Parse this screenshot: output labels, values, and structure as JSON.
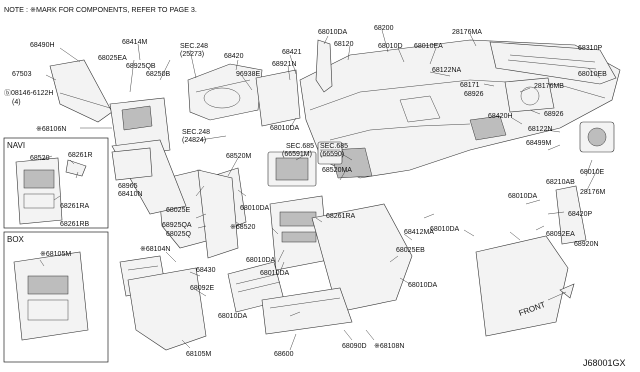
{
  "note": "NOTE : ※MARK FOR COMPONENTS, REFER TO PAGE 3.",
  "diagram_code": "J68001GX",
  "front_label": "FRONT",
  "navi_label": "NAVI",
  "box_label": "BOX",
  "callouts": {
    "c68490H": "68490H",
    "c68414M": "68414M",
    "c67503": "67503",
    "c08146": "ⓑ08146-6122H",
    "c08146q": "(4)",
    "c68106N": "※68106N",
    "c68025EA": "68025EA",
    "c68925QB": "68925QB",
    "c68250B": "68250B",
    "cSEC248a": "SEC.248",
    "cSEC248a2": "(25273)",
    "c68420": "68420",
    "c96938E": "96938E",
    "c68421": "68421",
    "c68921N": "68921N",
    "c68010DAa": "68010DA",
    "c68120": "68120",
    "c68200": "68200",
    "c68010D": "68010D",
    "c68010EA": "68010EA",
    "c28176MA": "28176MA",
    "c68122NA": "68122NA",
    "c68310P": "68310P",
    "c68010EB": "68010EB",
    "c68171": "68171",
    "c28176MB": "28176MB",
    "c68926a": "68926",
    "c68926b": "68926",
    "c68420H": "68420H",
    "c68122N": "68122N",
    "c68499M": "68499M",
    "c68010DAb": "68010DA",
    "cSEC248b": "SEC.248",
    "cSEC248b2": "(24824)",
    "c68520M": "68520M",
    "cSEC685a": "SEC.685",
    "cSEC685a2": "(66591M)",
    "cSEC685b": "SEC.685",
    "cSEC685b2": "(66590)",
    "c68520MA": "68520MA",
    "c68210AB": "68210AB",
    "c68010E": "68010E",
    "c28176M": "28176M",
    "c68010DAc": "68010DA",
    "c68420P": "68420P",
    "c68092EA": "68092EA",
    "c68920N": "68920N",
    "c68520": "68520",
    "c68261R": "68261R",
    "c68965": "68965",
    "c68261RA": "68261RA",
    "c68261RB": "68261RB",
    "c68105M": "※68105M",
    "c68410N": "68410N",
    "c68025E": "68025E",
    "c68925QA": "68925QA",
    "c68025Q": "68025Q",
    "c68010DAd": "68010DA",
    "c68520b": "※68520",
    "c68261RAb": "68261RA",
    "c68412MA": "68412MA",
    "c68010DAe": "68010DA",
    "c68025EB": "68025EB",
    "c68104N": "※68104N",
    "c68430": "68430",
    "c68092E": "68092E",
    "c68010DAf": "68010DA",
    "c68010DAg": "68010DA",
    "c68010DAh": "68010DA",
    "c68010DAi": "68010DA",
    "c68105Mb": "68105M",
    "c68600": "68600",
    "c68090D": "68090D",
    "c68108N": "※68108N"
  }
}
